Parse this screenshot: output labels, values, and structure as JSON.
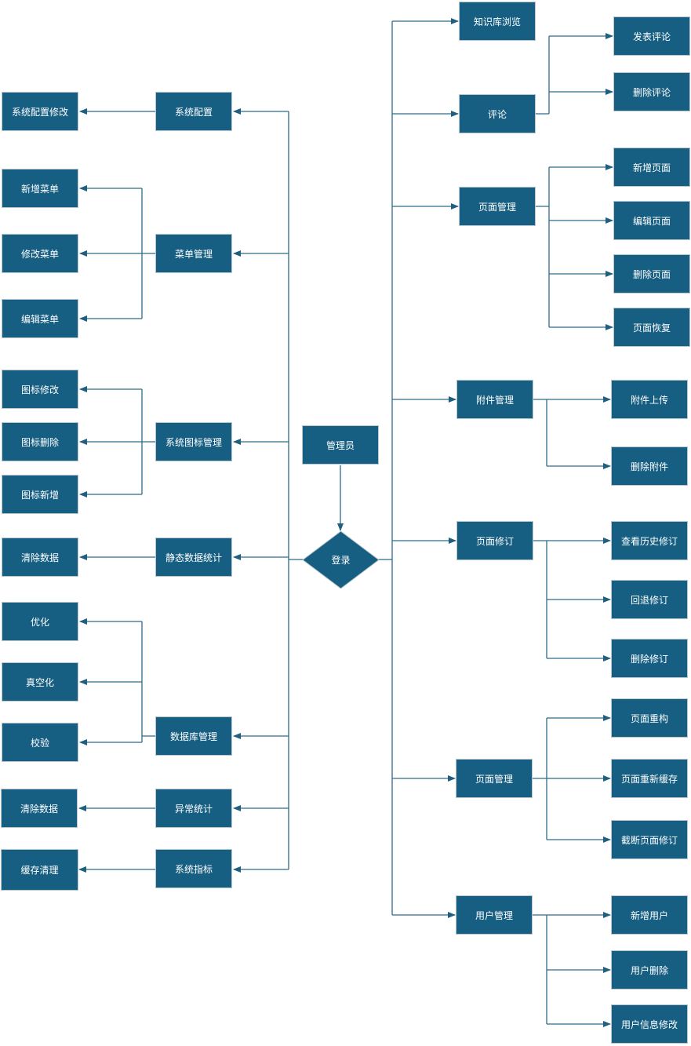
{
  "center": {
    "actor": "管理员",
    "decision": "登录"
  },
  "left": {
    "system_config": {
      "label": "系统配置",
      "children": [
        "系统配置修改"
      ]
    },
    "menu_mgmt": {
      "label": "菜单管理",
      "children": [
        "新增菜单",
        "修改菜单",
        "编辑菜单"
      ]
    },
    "icon_mgmt": {
      "label": "系统图标管理",
      "children": [
        "图标修改",
        "图标删除",
        "图标新增"
      ]
    },
    "static_stats": {
      "label": "静态数据统计",
      "children": [
        "清除数据"
      ]
    },
    "db_mgmt": {
      "label": "数据库管理",
      "children": [
        "优化",
        "真空化",
        "校验"
      ]
    },
    "exception_stats": {
      "label": "异常统计",
      "children": [
        "清除数据"
      ]
    },
    "system_metrics": {
      "label": "系统指标",
      "children": [
        "缓存清理"
      ]
    }
  },
  "right": {
    "kb_browse": {
      "label": "知识库浏览"
    },
    "comments": {
      "label": "评论",
      "children": [
        "发表评论",
        "删除评论"
      ]
    },
    "page_mgmt": {
      "label": "页面管理",
      "children": [
        "新增页面",
        "编辑页面",
        "删除页面",
        "页面恢复"
      ]
    },
    "attachments": {
      "label": "附件管理",
      "children": [
        "附件上传",
        "删除附件"
      ]
    },
    "revisions": {
      "label": "页面修订",
      "children": [
        "查看历史修订",
        "回退修订",
        "删除修订"
      ]
    },
    "page_mgmt2": {
      "label": "页面管理",
      "children": [
        "页面重构",
        "页面重新缓存",
        "截断页面修订"
      ]
    },
    "user_mgmt": {
      "label": "用户管理",
      "children": [
        "新增用户",
        "用户删除",
        "用户信息修改"
      ]
    }
  },
  "colors": {
    "node": "#175f82",
    "line": "#2e6a8a"
  }
}
